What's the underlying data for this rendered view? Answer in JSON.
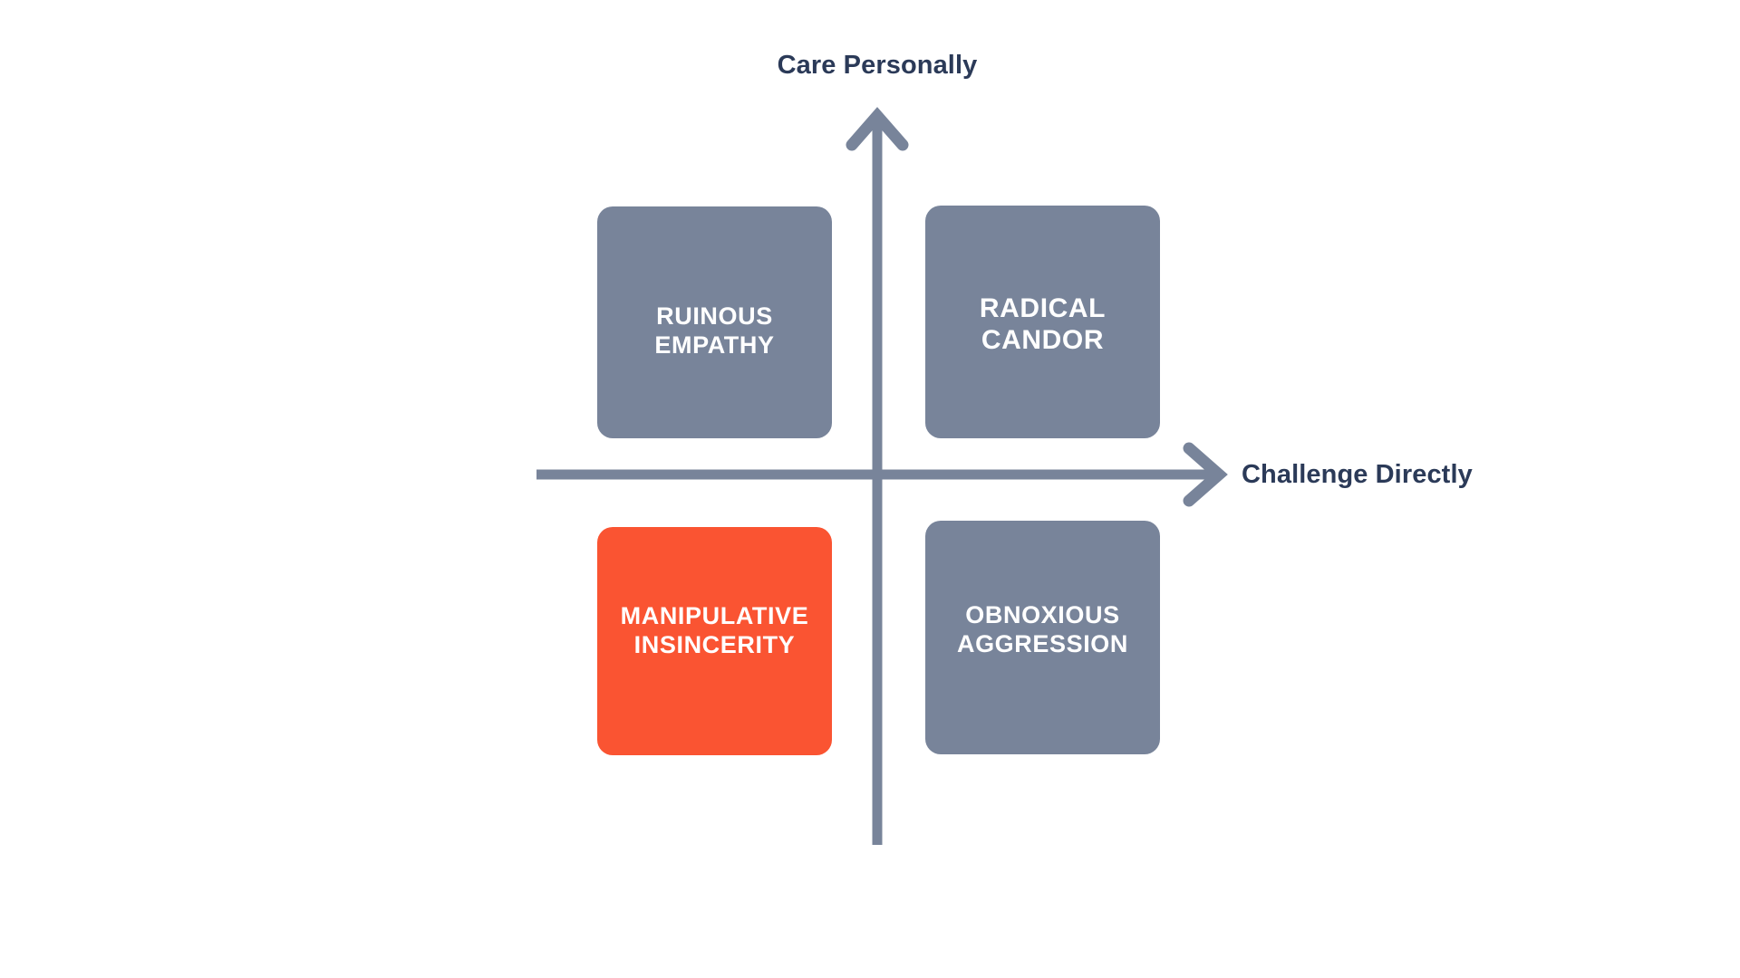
{
  "chart_data": {
    "type": "scatter",
    "title": "",
    "xlabel": "Challenge Directly",
    "ylabel": "Care Personally",
    "grid": false,
    "legend": null,
    "layout": "2x2-quadrant-matrix",
    "axes": {
      "y_axis_label": "Care Personally",
      "x_axis_label": "Challenge Directly",
      "y_axis_direction": "up",
      "x_axis_direction": "right",
      "y_axis_arrow": "arrow-up-icon",
      "x_axis_arrow": "arrow-right-icon"
    },
    "quadrants": [
      {
        "id": "ruinous-empathy",
        "label": "RUINOUS\nEMPATHY",
        "line1": "RUINOUS",
        "line2": "EMPATHY",
        "position": "top-left",
        "care_personally": "high",
        "challenge_directly": "low",
        "color": "#78849A",
        "highlighted": false
      },
      {
        "id": "radical-candor",
        "label": "RADICAL\nCANDOR",
        "line1": "RADICAL",
        "line2": "CANDOR",
        "position": "top-right",
        "care_personally": "high",
        "challenge_directly": "high",
        "color": "#78849A",
        "highlighted": false
      },
      {
        "id": "manipulative-insincerity",
        "label": "MANIPULATIVE\nINSINCERITY",
        "line1": "MANIPULATIVE",
        "line2": "INSINCERITY",
        "position": "bottom-left",
        "care_personally": "low",
        "challenge_directly": "low",
        "color": "#FA5432",
        "highlighted": true
      },
      {
        "id": "obnoxious-aggression",
        "label": "OBNOXIOUS\nAGGRESSION",
        "line1": "OBNOXIOUS",
        "line2": "AGGRESSION",
        "position": "bottom-right",
        "care_personally": "low",
        "challenge_directly": "high",
        "color": "#78849A",
        "highlighted": false
      }
    ]
  },
  "colors": {
    "background": "#FFFFFF",
    "axis": "#78849A",
    "axis_label_text": "#2B3A58",
    "quadrant_default": "#78849A",
    "quadrant_accent": "#FA5432",
    "quadrant_text": "#FFFFFF"
  }
}
